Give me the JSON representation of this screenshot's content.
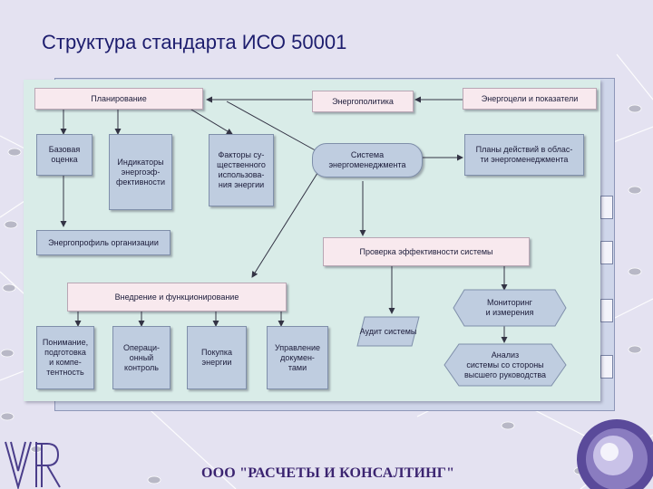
{
  "slide": {
    "title": "Структура стандарта ИСО 50001",
    "footer": "ООО \"РАСЧЕТЫ И КОНСАЛТИНГ\""
  },
  "diagram": {
    "planning": "Планирование",
    "energy_policy": "Энергополитика",
    "targets": "Энергоцели и показатели",
    "baseline": "Базовая\nоценка",
    "indicators": "Индикаторы\nэнергоэф-\nфективности",
    "factors": "Факторы су-\nщественного\nиспользова-\nния энергии",
    "ems": "Система\nэнергоменеджмента",
    "action_plans": "Планы действий в облас-\nти энергоменеджмента",
    "profile": "Энергопрофиль организации",
    "efficiency_check": "Проверка эффективности системы",
    "implementation": "Внедрение и функционирование",
    "monitoring": "Мониторинг\nи измерения",
    "audit": "Аудит системы",
    "analysis": "Анализ\nсистемы со стороны\nвысшего руководства",
    "training": "Понимание,\nподготовка\nи компе-\nтентность",
    "operational": "Операци-\nонный\nконтроль",
    "purchasing": "Покупка\nэнергии",
    "documentation": "Управление\nдокумен-\nтами"
  },
  "colors": {
    "panel": "#d9ece8",
    "pink_box": "#f8e9ee",
    "blue_box": "#bfcde0",
    "title": "#1d1d6e",
    "footer": "#3b2470"
  }
}
